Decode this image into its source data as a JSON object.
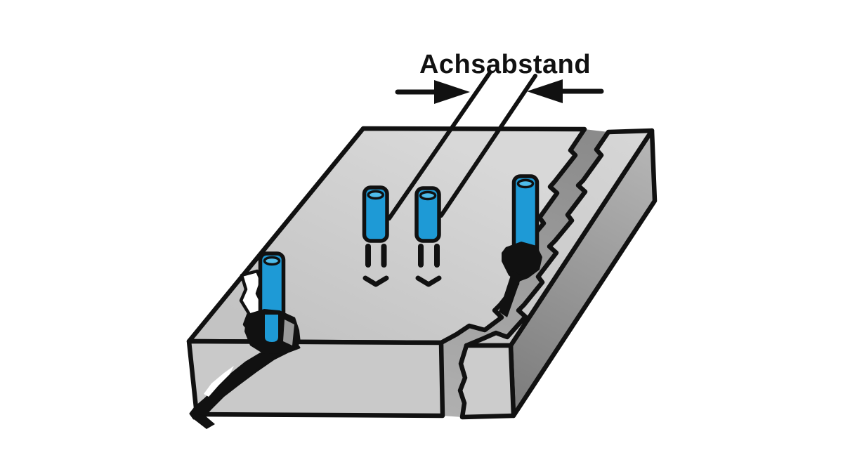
{
  "figure": {
    "label": "Achsabstand",
    "dimension": {
      "label": "Achsabstand",
      "left_arrow_icon": "arrow-right-icon",
      "right_arrow_icon": "arrow-left-icon",
      "leader_lines": 2
    },
    "elements": {
      "slab": "cracked-concrete-slab",
      "joint": "jagged-open-joint",
      "strip": "separate-concrete-strip",
      "surface_crack": "diagonal-surface-crack",
      "pins": [
        {
          "id": "pin-in-surface-crack"
        },
        {
          "id": "pin-pair-left",
          "has_drill_marks": true
        },
        {
          "id": "pin-pair-right",
          "has_drill_marks": true
        },
        {
          "id": "pin-in-joint"
        }
      ]
    },
    "colors": {
      "background": "#FFFFFF",
      "outline": "#111111",
      "slab_top": "#D2D2D2",
      "slab_front": "#C9C9C9",
      "joint_gap_dark": "#8B8B8B",
      "joint_gap_light": "#B0B0B0",
      "strip_side_dark": "#7F7F7F",
      "pin_blue": "#1E9AD6",
      "pin_cap_blue": "#4FBCEA"
    }
  }
}
